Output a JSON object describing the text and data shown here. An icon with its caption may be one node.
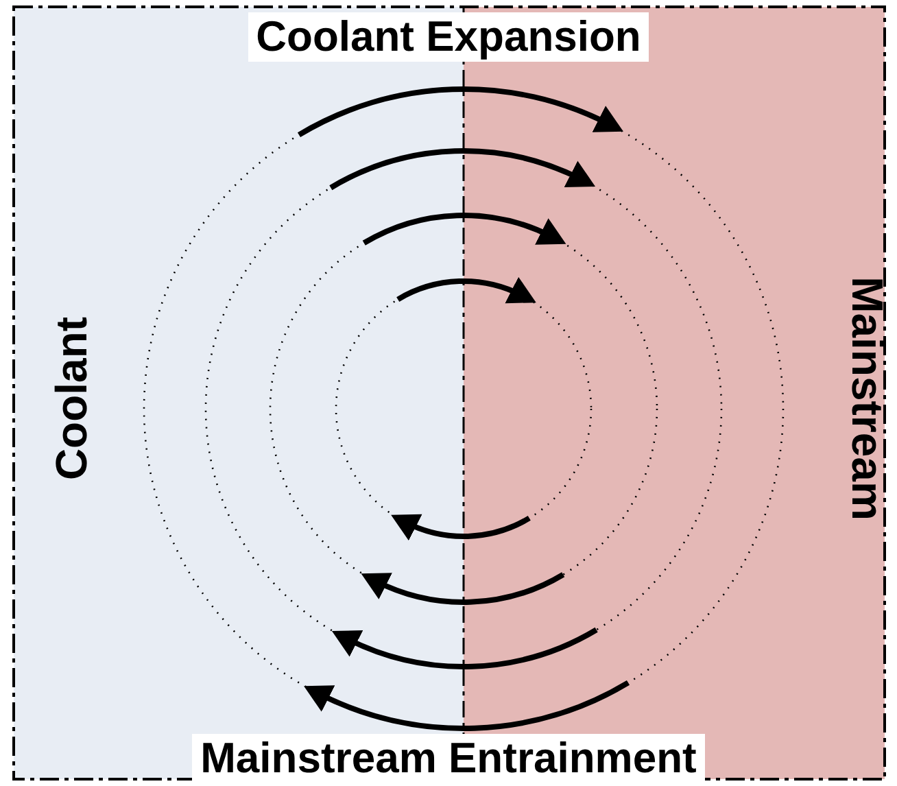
{
  "diagram": {
    "title": "Coolant Expansion",
    "nodes": [
      {
        "text": [
          "Coolant"
        ]
      },
      {
        "text": [
          "Mainstream"
        ]
      }
    ],
    "edges": [
      {
        "from": 0,
        "to": 1,
        "arrow": "to"
      },
      {
        "from": 0,
        "to": 1,
        "arrow": "to"
      },
      {
        "from": 0,
        "to": 1,
        "arrow": "to"
      },
      {
        "from": 0,
        "to": 1,
        "arrow": "to"
      },
      {
        "from": 1,
        "to": 0,
        "arrow": "to"
      },
      {
        "from": 1,
        "to": 0,
        "arrow": "to"
      },
      {
        "from": 1,
        "to": 0,
        "arrow": "to"
      },
      {
        "from": 1,
        "to": 0,
        "arrow": "to"
      }
    ],
    "labels": [
      "Mainstream Entrainment"
    ]
  }
}
